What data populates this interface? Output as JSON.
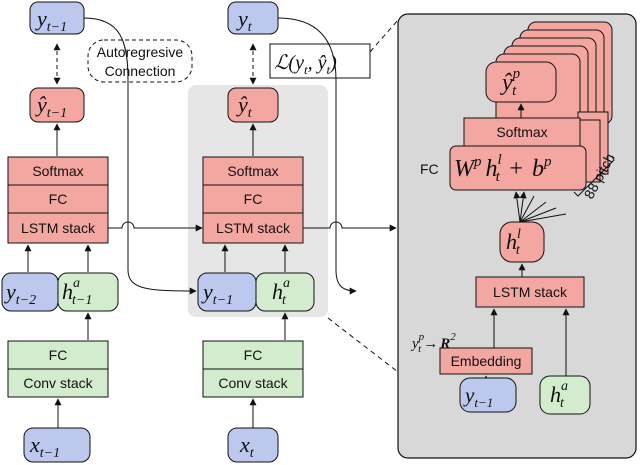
{
  "colors": {
    "pink": "#f4a6a0",
    "pink_edge": "#b0504a",
    "blue": "#bcc8ee",
    "green": "#d4ecce",
    "panel": "#d8d8d8",
    "highlight": "#e6e6e6"
  },
  "labels": {
    "softmax": "Softmax",
    "fc": "FC",
    "lstm_stack": "LSTM stack",
    "conv_stack": "Conv stack",
    "autoregressive_line1": "Autoregresive",
    "autoregressive_line2": "Connection",
    "embedding": "Embedding",
    "pitch": "88 pitch"
  },
  "math": {
    "y": "y",
    "y_hat": "ŷ",
    "h": "h",
    "x": "x",
    "loss": "ℒ(y",
    "sub_t": "t",
    "sub_t_minus_1": "t−1",
    "sub_t_minus_2": "t−2",
    "sup_a": "a",
    "sup_p": "p",
    "sup_l": "l",
    "W": "W",
    "b": "b",
    "plus": "+",
    "R": "R",
    "sup_2": "2",
    "arrow": "→"
  }
}
